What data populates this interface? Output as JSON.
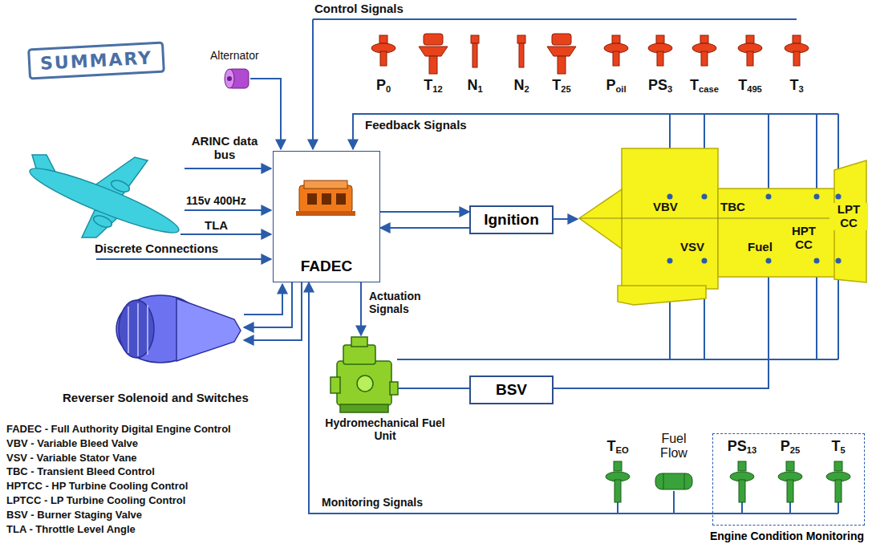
{
  "diagram": {
    "nodes": [
      {
        "text": [
          "SUMMARY"
        ]
      },
      {
        "text": [
          "FADEC"
        ]
      },
      {
        "text": [
          "Ignition"
        ]
      },
      {
        "text": [
          "BSV"
        ]
      },
      {
        "text": [
          "Engine Condition Monitoring"
        ]
      }
    ],
    "edges": [
      {
        "from": 1,
        "to": 2,
        "arrow": "to"
      },
      {
        "from": 2,
        "to": 1,
        "arrow": "to"
      },
      {
        "from": 4,
        "to": 1,
        "arrow": "to",
        "label": "Monitoring Signals"
      }
    ],
    "labels": [
      "Control Signals",
      "Alternator",
      "P0",
      "T12",
      "N1",
      "N2",
      "T25",
      "Poil",
      "PS3",
      "Tcase",
      "T495",
      "T3",
      "Feedback Signals",
      "ARINC data bus",
      "115v 400Hz",
      "TLA",
      "Discrete Connections",
      "VBV",
      "VSV",
      "TBC",
      "Fuel",
      "HPT CC",
      "LPT CC",
      "Actuation Signals",
      "Reverser Solenoid and Switches",
      "Hydromechanical Fuel Unit",
      "TEO",
      "Fuel Flow",
      "PS13",
      "P25",
      "T5",
      "FADEC - Full Authority Digital Engine Control",
      "VBV - Variable Bleed Valve",
      "VSV - Variable Stator Vane",
      "TBC - Transient Bleed Control",
      "HPTCC - HP Turbine Cooling Control",
      "LPTCC - LP Turbine Cooling Control",
      "BSV - Burner Staging Valve",
      "TLA - Throttle Level Angle"
    ]
  }
}
